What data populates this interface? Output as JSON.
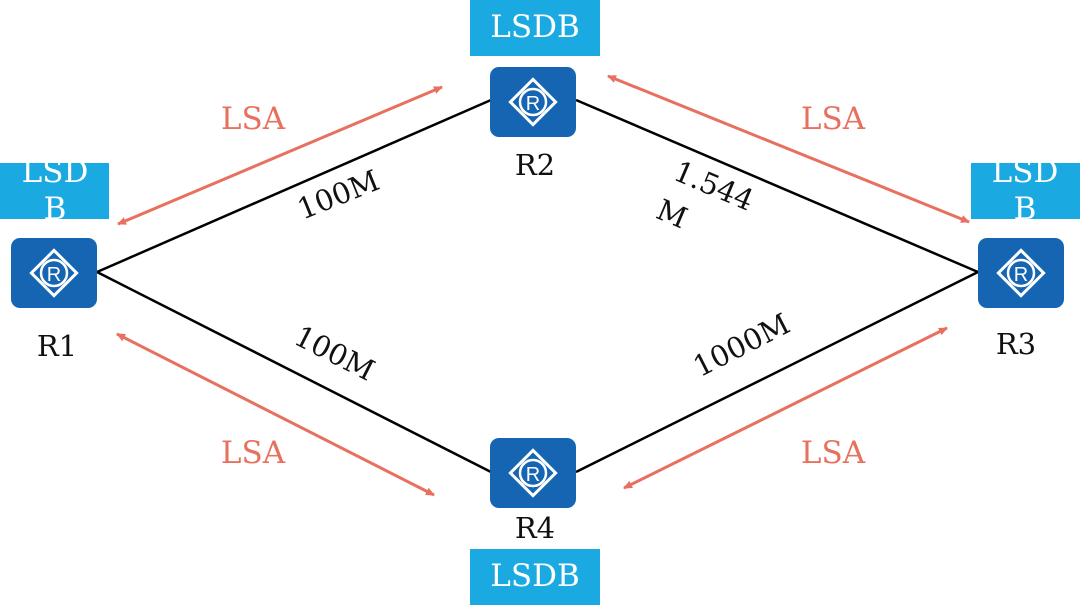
{
  "colors": {
    "router_fill": "#1565b3",
    "lsdb_fill": "#1ba9e1",
    "lsa_arrow": "#e8705f",
    "link_line": "#000000"
  },
  "icons": {
    "router": "router-icon"
  },
  "routers": [
    {
      "id": "R1",
      "label": "R1"
    },
    {
      "id": "R2",
      "label": "R2"
    },
    {
      "id": "R3",
      "label": "R3"
    },
    {
      "id": "R4",
      "label": "R4"
    }
  ],
  "lsdb": {
    "r1": [
      "LSD",
      "B"
    ],
    "r2": "LSDB",
    "r3": [
      "LSD",
      "B"
    ],
    "r4": "LSDB"
  },
  "links": {
    "r1_r2": "100M",
    "r2_r3": [
      "1.544",
      "M"
    ],
    "r1_r4": "100M",
    "r4_r3": "1000M"
  },
  "lsa_arrows": {
    "top_left": "LSA",
    "top_right": "LSA",
    "bottom_left": "LSA",
    "bottom_right": "LSA"
  }
}
